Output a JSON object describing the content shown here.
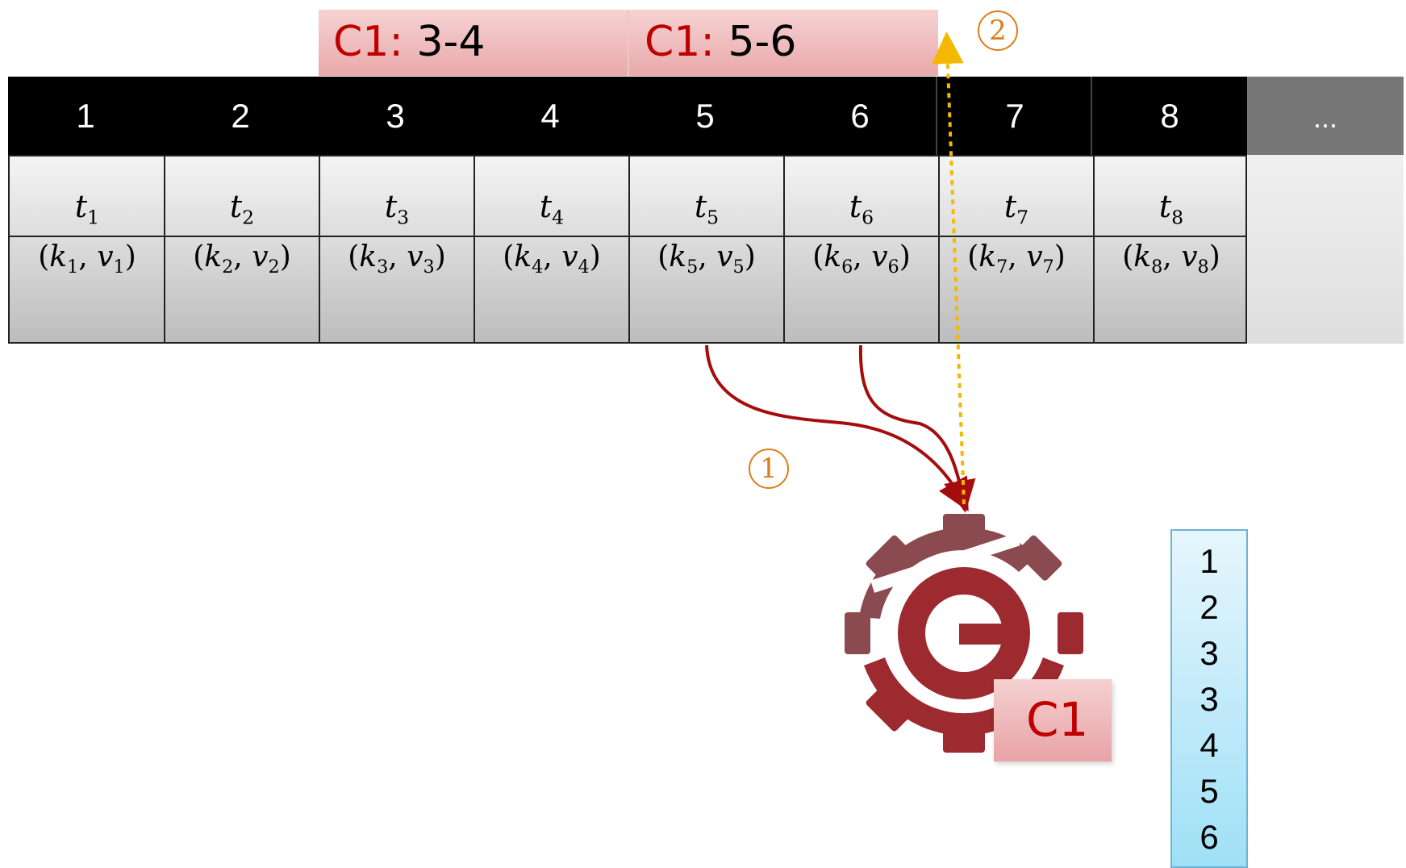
{
  "top_ranges": [
    {
      "client": "C1",
      "sep": ":",
      "range": " 3-4"
    },
    {
      "client": "C1",
      "sep": ":",
      "range": " 5-6"
    }
  ],
  "header_cells": [
    "1",
    "2",
    "3",
    "4",
    "5",
    "6",
    "7",
    "8"
  ],
  "header_overflow": "...",
  "cells": [
    {
      "t": "t",
      "i": "1"
    },
    {
      "t": "t",
      "i": "2"
    },
    {
      "t": "t",
      "i": "3"
    },
    {
      "t": "t",
      "i": "4"
    },
    {
      "t": "t",
      "i": "5"
    },
    {
      "t": "t",
      "i": "6"
    },
    {
      "t": "t",
      "i": "7"
    },
    {
      "t": "t",
      "i": "8"
    }
  ],
  "markers": {
    "step1": "1",
    "step2": "2"
  },
  "client_label": "C1",
  "queue": [
    "1",
    "2",
    "3",
    "3",
    "4",
    "5",
    "6"
  ],
  "colors": {
    "header": "#000000",
    "client_red": "#c00000",
    "arrow_red": "#a50d0d",
    "arrow_dotted": "#f5b800",
    "marker": "#e07b1a",
    "gear_dark": "#8b4a4f",
    "gear_red": "#9c2a2f"
  }
}
